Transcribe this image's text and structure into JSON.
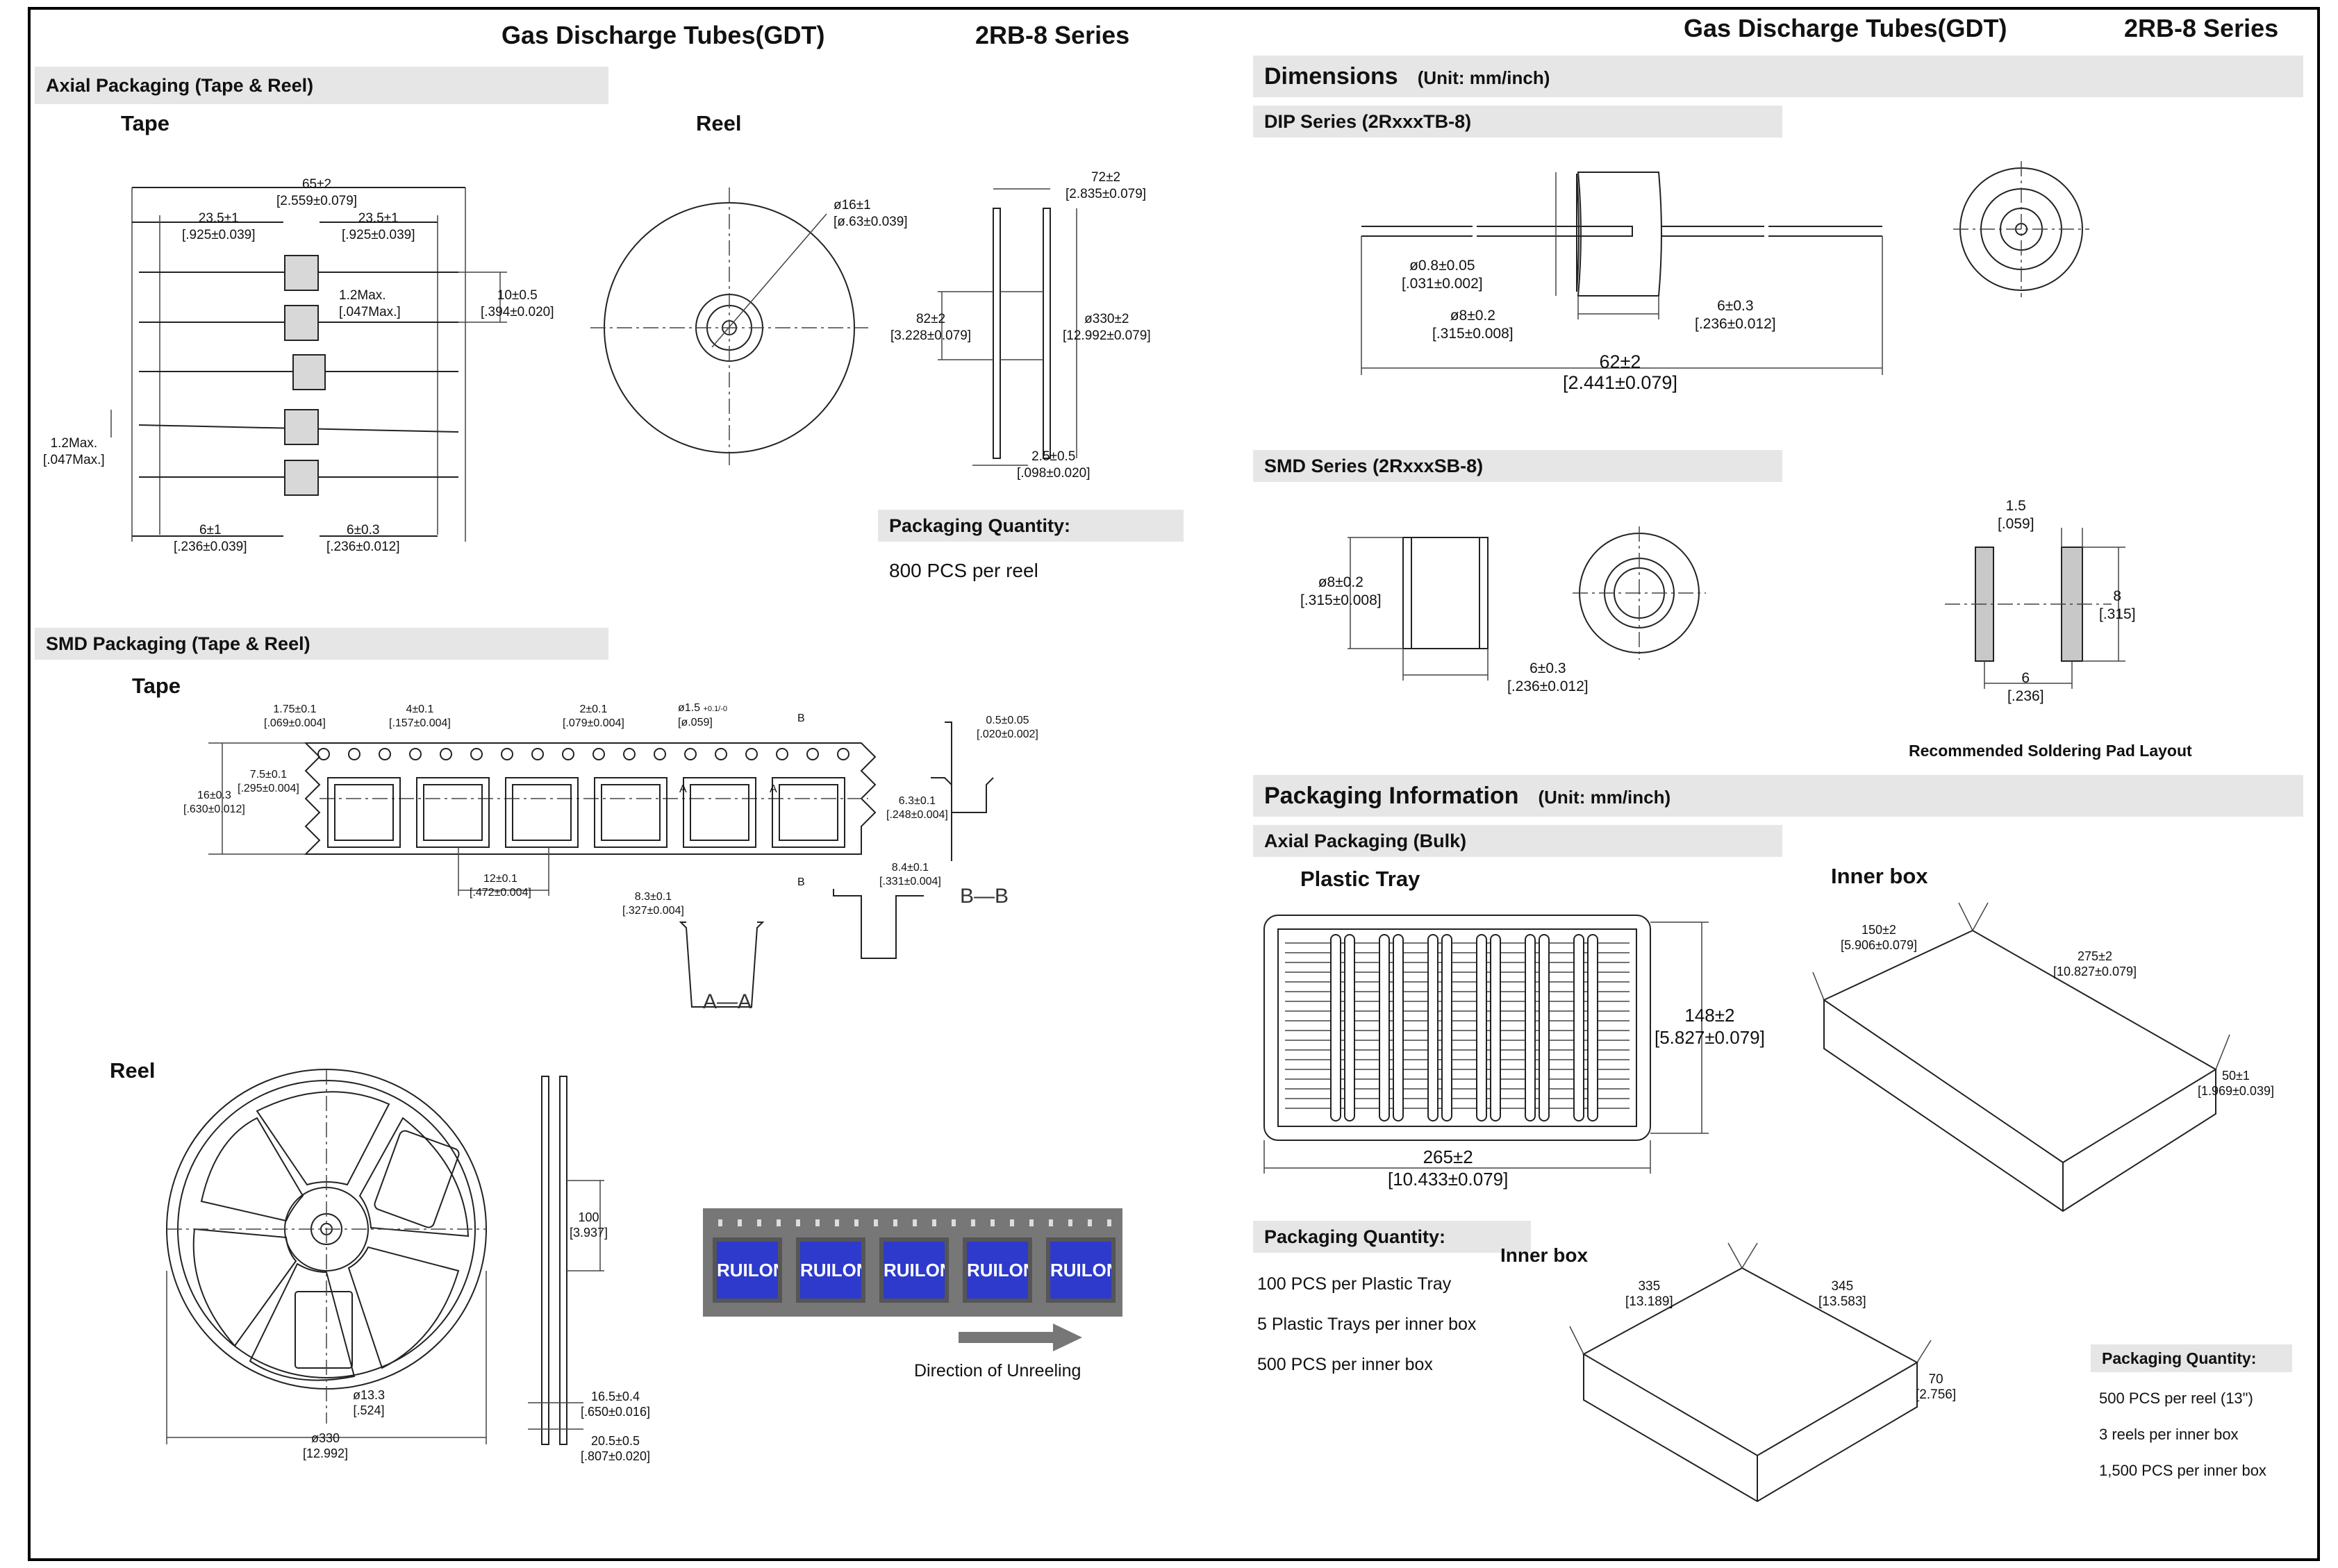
{
  "header_left": {
    "title": "Gas  Discharge  Tubes(GDT)",
    "series": "2RB-8  Series"
  },
  "header_right": {
    "title": "Gas  Discharge  Tubes(GDT)",
    "series": "2RB-8  Series"
  },
  "left": {
    "axial_bar": "Axial Packaging (Tape & Reel)",
    "tape_label": "Tape",
    "reel_label": "Reel",
    "tape_dims": {
      "overall": [
        "65±2",
        "[2.559±0.079]"
      ],
      "left_gap": [
        "23.5±1",
        "[.925±0.039]"
      ],
      "right_gap": [
        "23.5±1",
        "[.925±0.039]"
      ],
      "misalign": [
        "1.2Max.",
        "[.047Max.]"
      ],
      "pitch": [
        "10±0.5",
        "[.394±0.020]"
      ],
      "offset": [
        "1.2Max.",
        "[.047Max.]"
      ],
      "bottom_left": [
        "6±1",
        "[.236±0.039]"
      ],
      "bottom_right": [
        "6±0.3",
        "[.236±0.012]"
      ]
    },
    "reel_dims": {
      "hub": [
        "ø16±1",
        "[ø.63±0.039]"
      ],
      "width": [
        "72±2",
        "[2.835±0.079]"
      ],
      "core": [
        "82±2",
        "[3.228±0.079]"
      ],
      "dia": [
        "ø330±2",
        "[12.992±0.079]"
      ],
      "flange": [
        "2.5±0.5",
        "[.098±0.020]"
      ]
    },
    "axial_qty_bar": "Packaging Quantity:",
    "axial_qty": "800 PCS per reel",
    "smd_bar": "SMD Packaging (Tape & Reel)",
    "smd_tape_label": "Tape",
    "smd_tape_dims": {
      "d1": [
        "1.75±0.1",
        "[.069±0.004]"
      ],
      "d2": [
        "4±0.1",
        "[.157±0.004]"
      ],
      "d3": [
        "2±0.1",
        "[.079±0.004]"
      ],
      "d4": [
        "ø1.5",
        "[ø.059]"
      ],
      "d4_tol": "+0.1/-0",
      "d5": [
        "7.5±0.1",
        "[.295±0.004]"
      ],
      "d6": [
        "16±0.3",
        "[.630±0.012]"
      ],
      "d7": [
        "12±0.1",
        "[.472±0.004]"
      ],
      "d8": [
        "8.3±0.1",
        "[.327±0.004]"
      ],
      "d9": [
        "0.5±0.05",
        "[.020±0.002]"
      ],
      "d10": [
        "6.3±0.1",
        "[.248±0.004]"
      ],
      "d11": [
        "8.4±0.1",
        "[.331±0.004]"
      ],
      "sec_aa": "A—A",
      "sec_bb": "B—B",
      "a": "A",
      "b": "B"
    },
    "smd_reel_label": "Reel",
    "smd_reel_dims": {
      "hub": [
        "ø13.3",
        "[.524]"
      ],
      "dia": [
        "ø330",
        "[12.992]"
      ],
      "inner": [
        "100",
        "[3.937]"
      ],
      "w1": [
        "16.5±0.4",
        "[.650±0.016]"
      ],
      "w2": [
        "20.5±0.5",
        "[.807±0.020]"
      ]
    },
    "brand_text": "RUILON",
    "direction": "Direction of Unreeling"
  },
  "right": {
    "dimensions_bar": "Dimensions",
    "dimensions_unit": "(Unit: mm/inch)",
    "dip_bar": "DIP Series (2RxxxTB-8)",
    "dip_dims": {
      "lead": [
        "ø0.8±0.05",
        "[.031±0.002]"
      ],
      "body": [
        "ø8±0.2",
        "[.315±0.008]"
      ],
      "len": [
        "6±0.3",
        "[.236±0.012]"
      ],
      "total": [
        "62±2",
        "[2.441±0.079]"
      ]
    },
    "smd_bar": "SMD Series (2RxxxSB-8)",
    "smd_dims": {
      "body": [
        "ø8±0.2",
        "[.315±0.008]"
      ],
      "len": [
        "6±0.3",
        "[.236±0.012]"
      ],
      "pad_w": [
        "1.5",
        "[.059]"
      ],
      "pad_h": [
        "8",
        "[.315]"
      ],
      "pad_gap": [
        "6",
        "[.236]"
      ]
    },
    "pad_caption": "Recommended Soldering Pad Layout",
    "pkg_bar": "Packaging Information",
    "pkg_unit": "(Unit: mm/inch)",
    "bulk_bar": "Axial Packaging (Bulk)",
    "tray_label": "Plastic Tray",
    "tray_dims": {
      "h": [
        "148±2",
        "[5.827±0.079]"
      ],
      "w": [
        "265±2",
        "[10.433±0.079]"
      ]
    },
    "innerbox1_label": "Inner box",
    "innerbox1_dims": {
      "a": [
        "150±2",
        "[5.906±0.079]"
      ],
      "b": [
        "275±2",
        "[10.827±0.079]"
      ],
      "c": [
        "50±1",
        "[1.969±0.039]"
      ]
    },
    "qty_bar": "Packaging Quantity:",
    "qty_lines": [
      "100 PCS per Plastic Tray",
      "5 Plastic Trays per inner box",
      "500 PCS per inner box"
    ],
    "innerbox2_label": "Inner box",
    "innerbox2_dims": {
      "a": [
        "335",
        "[13.189]"
      ],
      "b": [
        "345",
        "[13.583]"
      ],
      "c": [
        "70",
        "[2.756]"
      ]
    },
    "qty2_bar": "Packaging Quantity:",
    "qty2_lines": [
      "500 PCS per reel (13\")",
      "3 reels per inner box",
      "1,500 PCS per inner box"
    ]
  }
}
